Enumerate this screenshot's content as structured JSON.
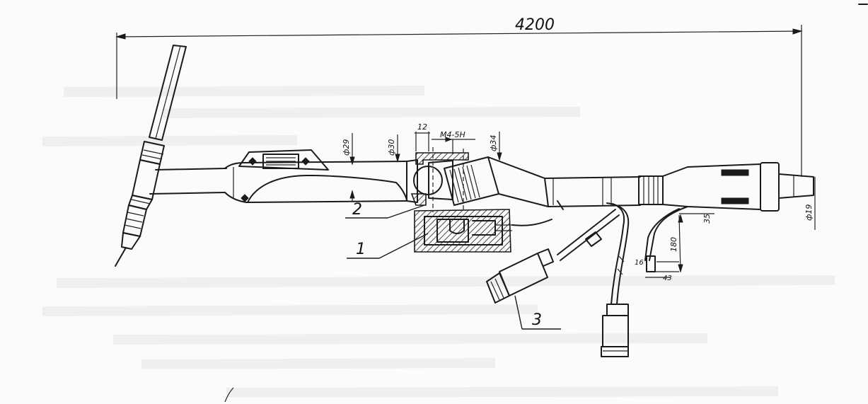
{
  "overall_length": "4200",
  "dimensions": {
    "d29": "ф29",
    "d30": "ф30",
    "d12": "12",
    "thread": "М4-5Н",
    "d34": "ф34",
    "d35": "35",
    "d19": "ф19",
    "len180": "180",
    "d16": "16",
    "d43": "43"
  },
  "callouts": {
    "c1": "1",
    "c2": "2",
    "c3": "3"
  },
  "ink_color": "#1a1a1a",
  "paper_color": "#fbfbf9"
}
